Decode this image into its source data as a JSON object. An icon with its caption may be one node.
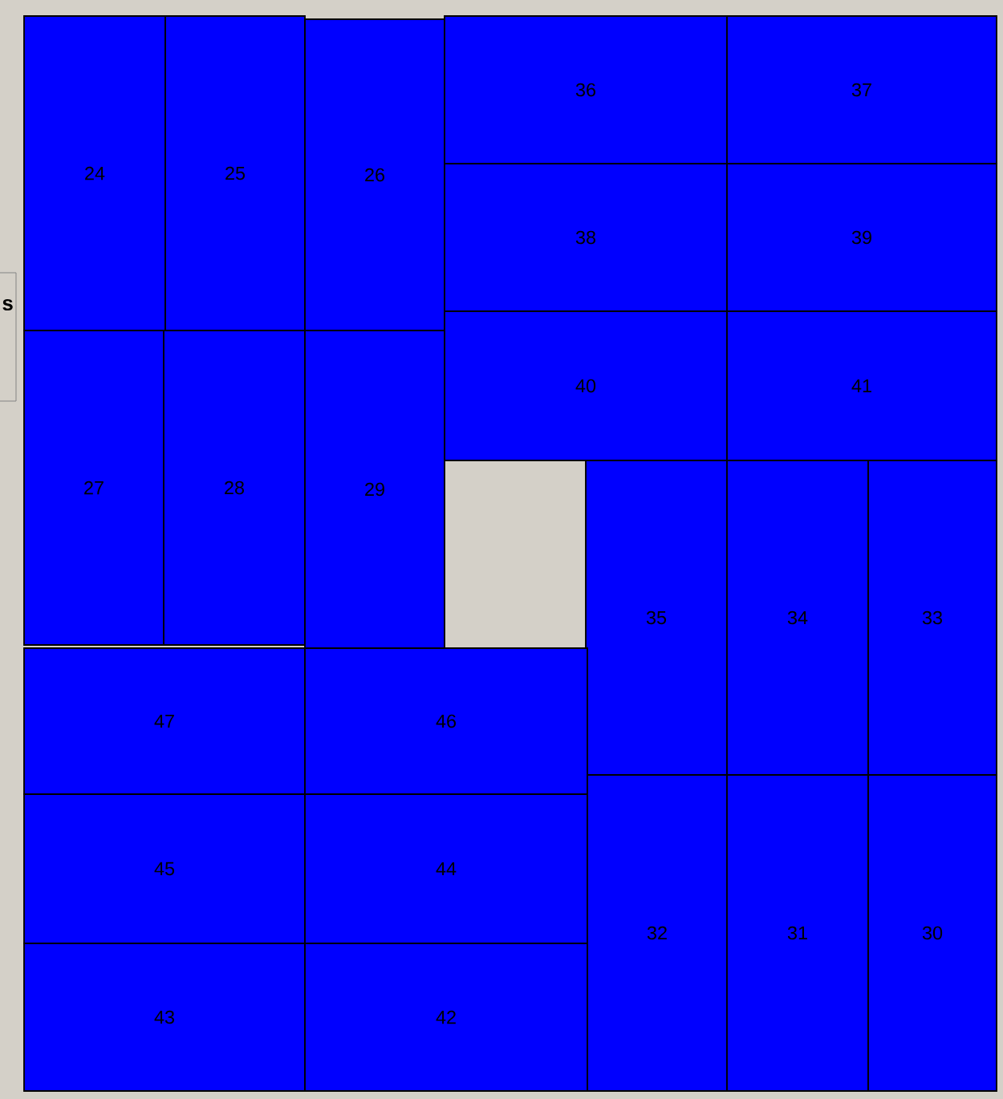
{
  "diagram": {
    "nodes": [
      {
        "text": [
          "24"
        ]
      },
      {
        "text": [
          "25"
        ]
      },
      {
        "text": [
          "26"
        ]
      },
      {
        "text": [
          "36"
        ]
      },
      {
        "text": [
          "37"
        ]
      },
      {
        "text": [
          "38"
        ]
      },
      {
        "text": [
          "39"
        ]
      },
      {
        "text": [
          "40"
        ]
      },
      {
        "text": [
          "41"
        ]
      },
      {
        "text": [
          "27"
        ]
      },
      {
        "text": [
          "28"
        ]
      },
      {
        "text": [
          "29"
        ]
      },
      {
        "text": [
          "35"
        ]
      },
      {
        "text": [
          "34"
        ]
      },
      {
        "text": [
          "33"
        ]
      },
      {
        "text": [
          "47"
        ]
      },
      {
        "text": [
          "46"
        ]
      },
      {
        "text": [
          "45"
        ]
      },
      {
        "text": [
          "44"
        ]
      },
      {
        "text": [
          "32"
        ]
      },
      {
        "text": [
          "31"
        ]
      },
      {
        "text": [
          "30"
        ]
      },
      {
        "text": [
          "43"
        ]
      },
      {
        "text": [
          "42"
        ]
      }
    ],
    "labels": [
      "s"
    ]
  }
}
